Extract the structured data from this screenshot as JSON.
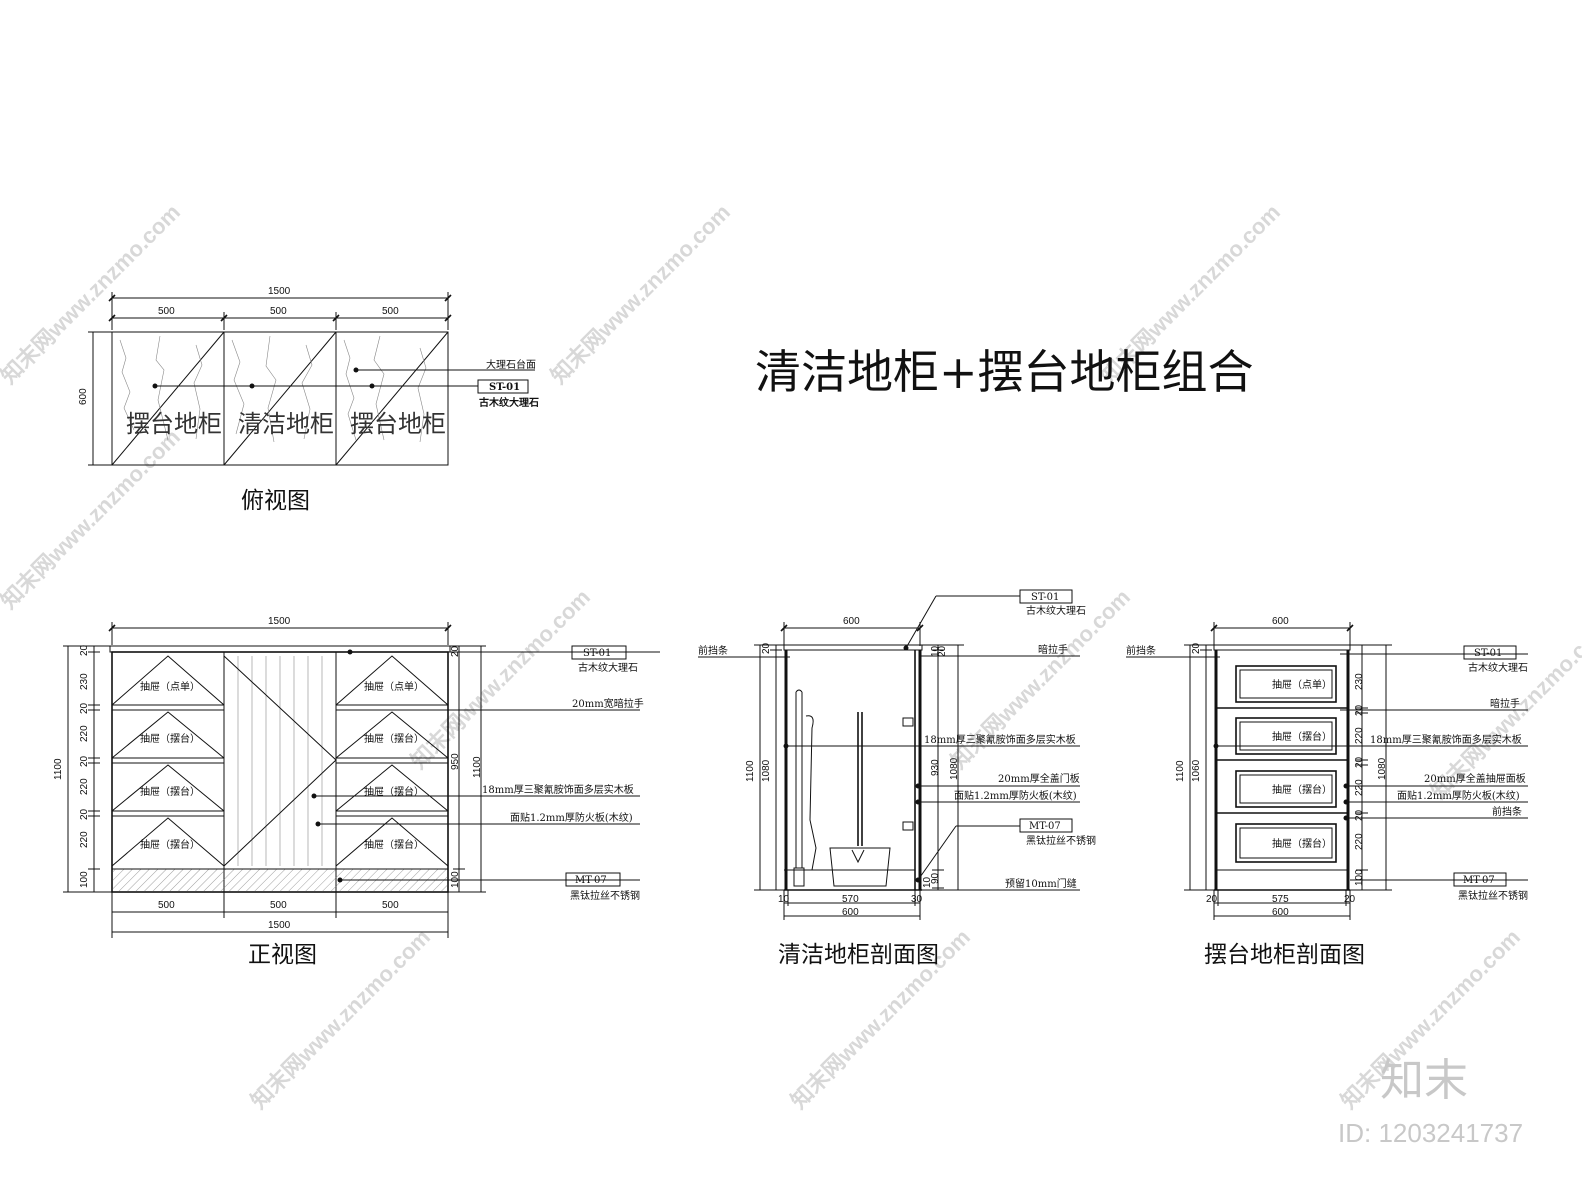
{
  "title": "清洁地柜+摆台地柜组合",
  "plan": {
    "caption": "俯视图",
    "dims": {
      "total": "1500",
      "seg1": "500",
      "seg2": "500",
      "seg3": "500",
      "depth": "600"
    },
    "cabinet_labels": [
      "摆台地柜",
      "清洁地柜",
      "摆台地柜"
    ],
    "note_marble": "大理石台面",
    "tag_code": "ST-01",
    "tag_desc": "古木纹大理石"
  },
  "front": {
    "caption": "正视图",
    "dims_top": "1500",
    "dims_bottom": {
      "seg1": "500",
      "seg2": "500",
      "seg3": "500",
      "total": "1500"
    },
    "dims_left": {
      "d20a": "20",
      "d230": "230",
      "d20b": "20",
      "d220a": "220",
      "d20c": "20",
      "d220b": "220",
      "d20d": "20",
      "d220c": "220",
      "d100": "100",
      "total": "1100"
    },
    "dims_right": {
      "d20": "20",
      "d950": "950",
      "d100": "100",
      "total": "1100"
    },
    "drawers_left": [
      "抽屉（点单）",
      "抽屉（摆台）",
      "抽屉（摆台）",
      "抽屉（摆台）"
    ],
    "drawers_right": [
      "抽屉（点单）",
      "抽屉（摆台）",
      "抽屉（摆台）",
      "抽屉（摆台）"
    ],
    "notes": {
      "tag_top_code": "ST-01",
      "tag_top_desc": "古木纹大理石",
      "handle": "20mm宽暗拉手",
      "board": "18mm厚三聚氰胺饰面多层实木板",
      "veneer": "面贴1.2mm厚防火板(木纹)",
      "tag_bottom_code": "MT-07",
      "tag_bottom_desc": "黑钛拉丝不锈钢"
    }
  },
  "clean_section": {
    "caption": "清洁地柜剖面图",
    "front_strip": "前挡条",
    "dims": {
      "top": "600",
      "w570": "570",
      "w600": "600",
      "l10": "10",
      "r30": "30",
      "h20": "20",
      "h1080": "1080",
      "h1100": "1100",
      "r10": "10",
      "r930": "930",
      "r1080": "1080",
      "r20": "20",
      "b10": "10",
      "b90": "90"
    },
    "notes": {
      "tag_code": "ST-01",
      "tag_desc": "古木纹大理石",
      "hidden_handle": "暗拉手",
      "board": "18mm厚三聚氰胺饰面多层实木板",
      "door": "20mm厚全盖门板",
      "veneer": "面贴1.2mm厚防火板(木纹)",
      "tag_bottom_code": "MT-07",
      "tag_bottom_desc": "黑钛拉丝不锈钢",
      "gap": "预留10mm门缝"
    }
  },
  "display_section": {
    "caption": "摆台地柜剖面图",
    "front_strip": "前挡条",
    "drawers": [
      "抽屉（点单）",
      "抽屉（摆台）",
      "抽屉（摆台）",
      "抽屉（摆台）"
    ],
    "dims": {
      "top": "600",
      "w575": "575",
      "w600": "600",
      "l20": "20",
      "r20": "20",
      "h20": "20",
      "h1060": "1060",
      "h1100": "1100",
      "r230": "230",
      "r20a": "20",
      "r220a": "220",
      "r20b": "20",
      "r220b": "220",
      "r20c": "20",
      "r220c": "220",
      "r100": "100",
      "r1080": "1080"
    },
    "notes": {
      "tag_code": "ST-01",
      "tag_desc": "古木纹大理石",
      "hidden_handle": "暗拉手",
      "board": "18mm厚三聚氰胺饰面多层实木板",
      "drawer_face": "20mm厚全盖抽屉面板",
      "veneer": "面贴1.2mm厚防火板(木纹)",
      "front_strip": "前挡条",
      "tag_bottom_code": "MT-07",
      "tag_bottom_desc": "黑钛拉丝不锈钢"
    }
  },
  "watermark": {
    "text": "知末网www.znzmo.com",
    "logo": "知末",
    "id": "ID: 1203241737"
  }
}
